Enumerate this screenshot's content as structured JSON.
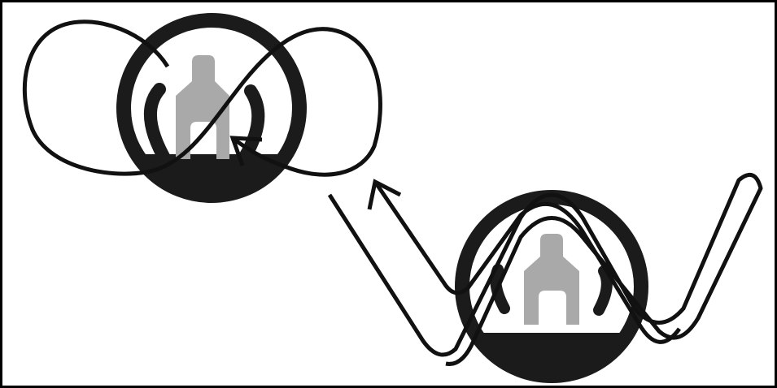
{
  "figure": {
    "panels": [
      {
        "id": "left-state",
        "kind": "circle-with-strands"
      },
      {
        "id": "right-state",
        "kind": "circle-with-strands"
      }
    ],
    "transitions": [
      {
        "from": "right-state",
        "to": "left-state",
        "label": ""
      }
    ]
  },
  "colors": {
    "background": "#ffffff",
    "ink": "#111111",
    "dark_fill": "#1b1b1b",
    "gray_fill": "#a9a9a9"
  }
}
